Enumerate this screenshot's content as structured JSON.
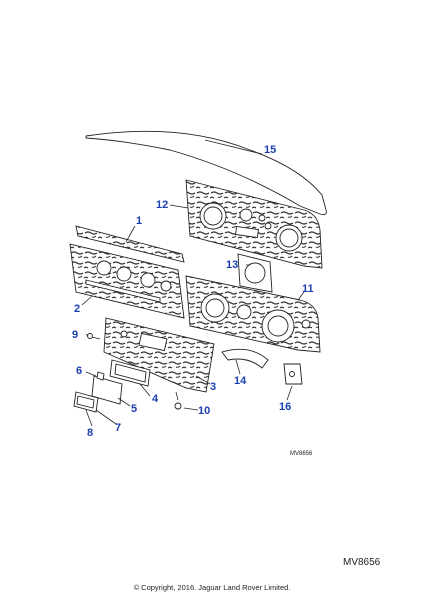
{
  "diagram": {
    "callouts": [
      "1",
      "2",
      "3",
      "4",
      "5",
      "6",
      "7",
      "8",
      "9",
      "10",
      "11",
      "12",
      "13",
      "14",
      "15",
      "16"
    ],
    "reference_small": "MV8656",
    "reference_large": "MV8656",
    "copyright": "© Copyright, 2016. Jaguar Land Rover Limited."
  },
  "colors": {
    "callout": "#1a3fb0",
    "line": "#222222"
  }
}
